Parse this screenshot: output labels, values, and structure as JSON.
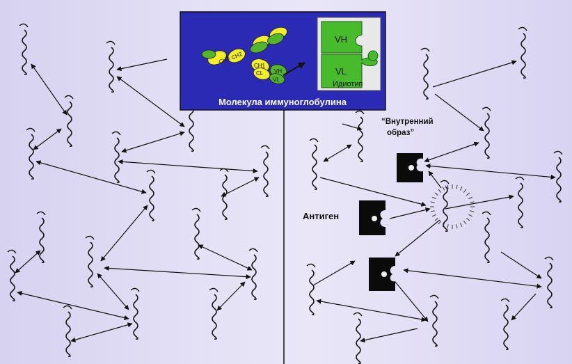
{
  "panel": {
    "title": "Молекула иммуноглобулина",
    "bg_color": "#2a2ab4",
    "domains": [
      "CH3",
      "CH2",
      "CH1",
      "CL",
      "VH",
      "VL"
    ],
    "idiotype": {
      "top": "VH",
      "bottom": "VL",
      "caption": "Идиотип"
    }
  },
  "labels": {
    "internal_image": "“Внутренний образ”",
    "antigen": "Антиген"
  },
  "colors": {
    "arrow": "#111111",
    "divider": "#111111",
    "puzzle_green": "#48bb2c",
    "domain_yellow": "#f3ee2b",
    "domain_green": "#52b52c"
  },
  "icons": [
    "wavy-antibody-icon",
    "puzzle-piece-icon",
    "immunoglobulin-molecule-icon"
  ]
}
